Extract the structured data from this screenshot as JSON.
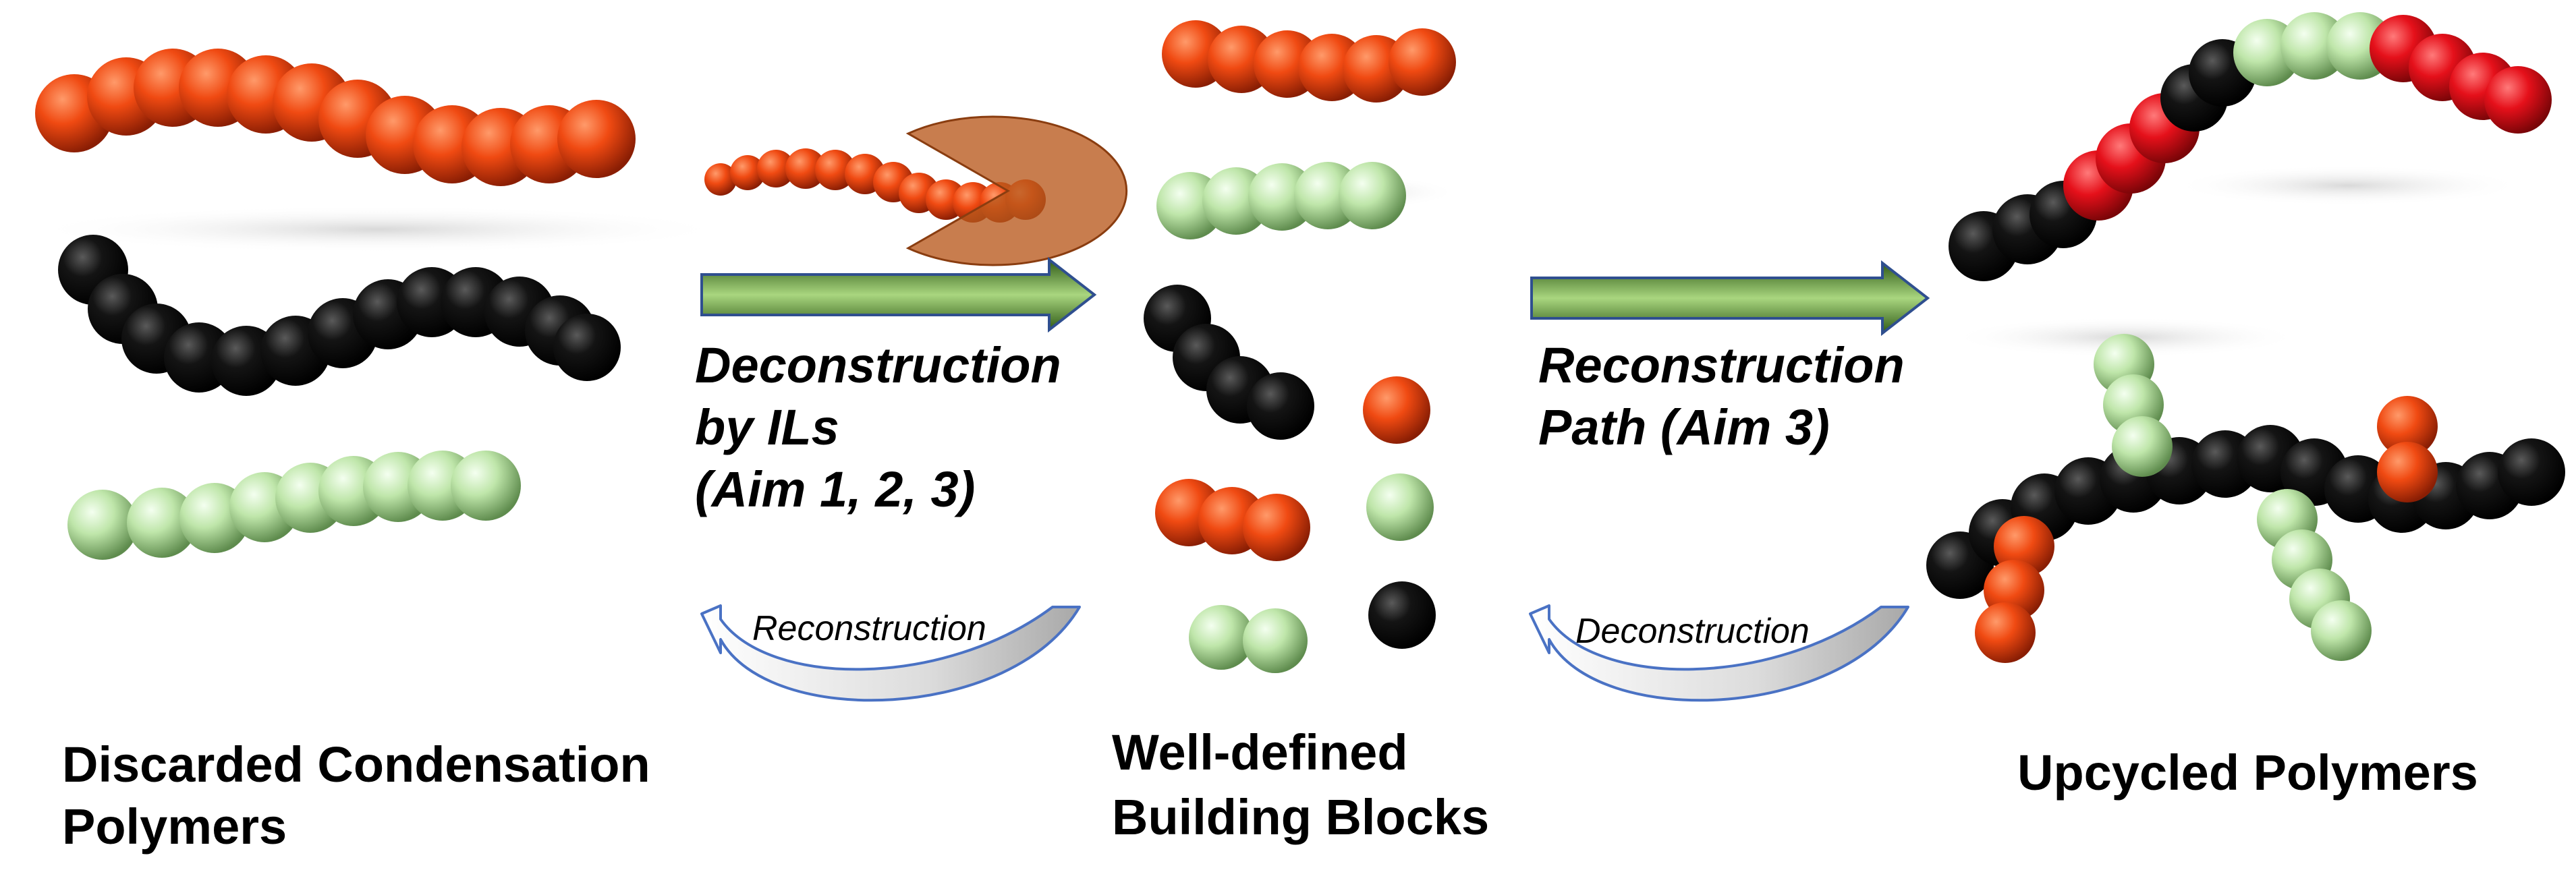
{
  "labels": {
    "discarded_line1": "Discarded Condensation",
    "discarded_line2": "Polymers",
    "deconstruction_line1": "Deconstruction",
    "deconstruction_line2": "by ILs",
    "deconstruction_line3": "(Aim 1, 2, 3)",
    "reverse_left": "Reconstruction",
    "building_line1": "Well-defined",
    "building_line2": "Building Blocks",
    "reconstruction_line1": "Reconstruction",
    "reconstruction_line2": "Path (Aim 3)",
    "reverse_right": "Deconstruction",
    "upcycled": "Upcycled Polymers"
  },
  "colors": {
    "orange": "#e8410f",
    "red": "#e0101a",
    "black": "#111111",
    "light_green": "#b9e3a6",
    "arrow_green_dark": "#3b6b1f",
    "arrow_green_light": "#a8d080",
    "arrow_outline": "#2f4f8f",
    "cycle_stroke": "#4a72c4",
    "pacman": "#b8581c"
  }
}
